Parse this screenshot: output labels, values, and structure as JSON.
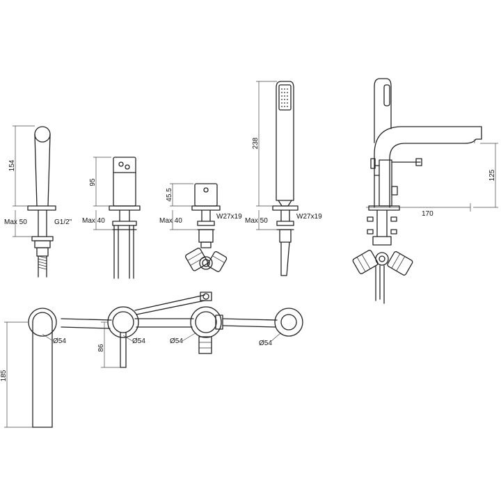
{
  "dimensions": {
    "spout_height": "154",
    "spout_max": "Max 50",
    "spout_thread": "G1/2\"",
    "valve_height": "95",
    "valve_max": "Max 40",
    "diverter_height": "45.5",
    "diverter_max": "Max 40",
    "diverter_thread": "W27x19",
    "shower_height": "238",
    "shower_max": "Max 50",
    "shower_thread": "W27x19",
    "side_reach": "170",
    "side_height": "125",
    "plan_spout_diam": "Ø54",
    "plan_valve_diam": "Ø54",
    "plan_diverter_diam": "Ø54",
    "plan_shower_diam": "Ø54",
    "plan_spout_length": "185",
    "plan_valve_length": "86"
  }
}
